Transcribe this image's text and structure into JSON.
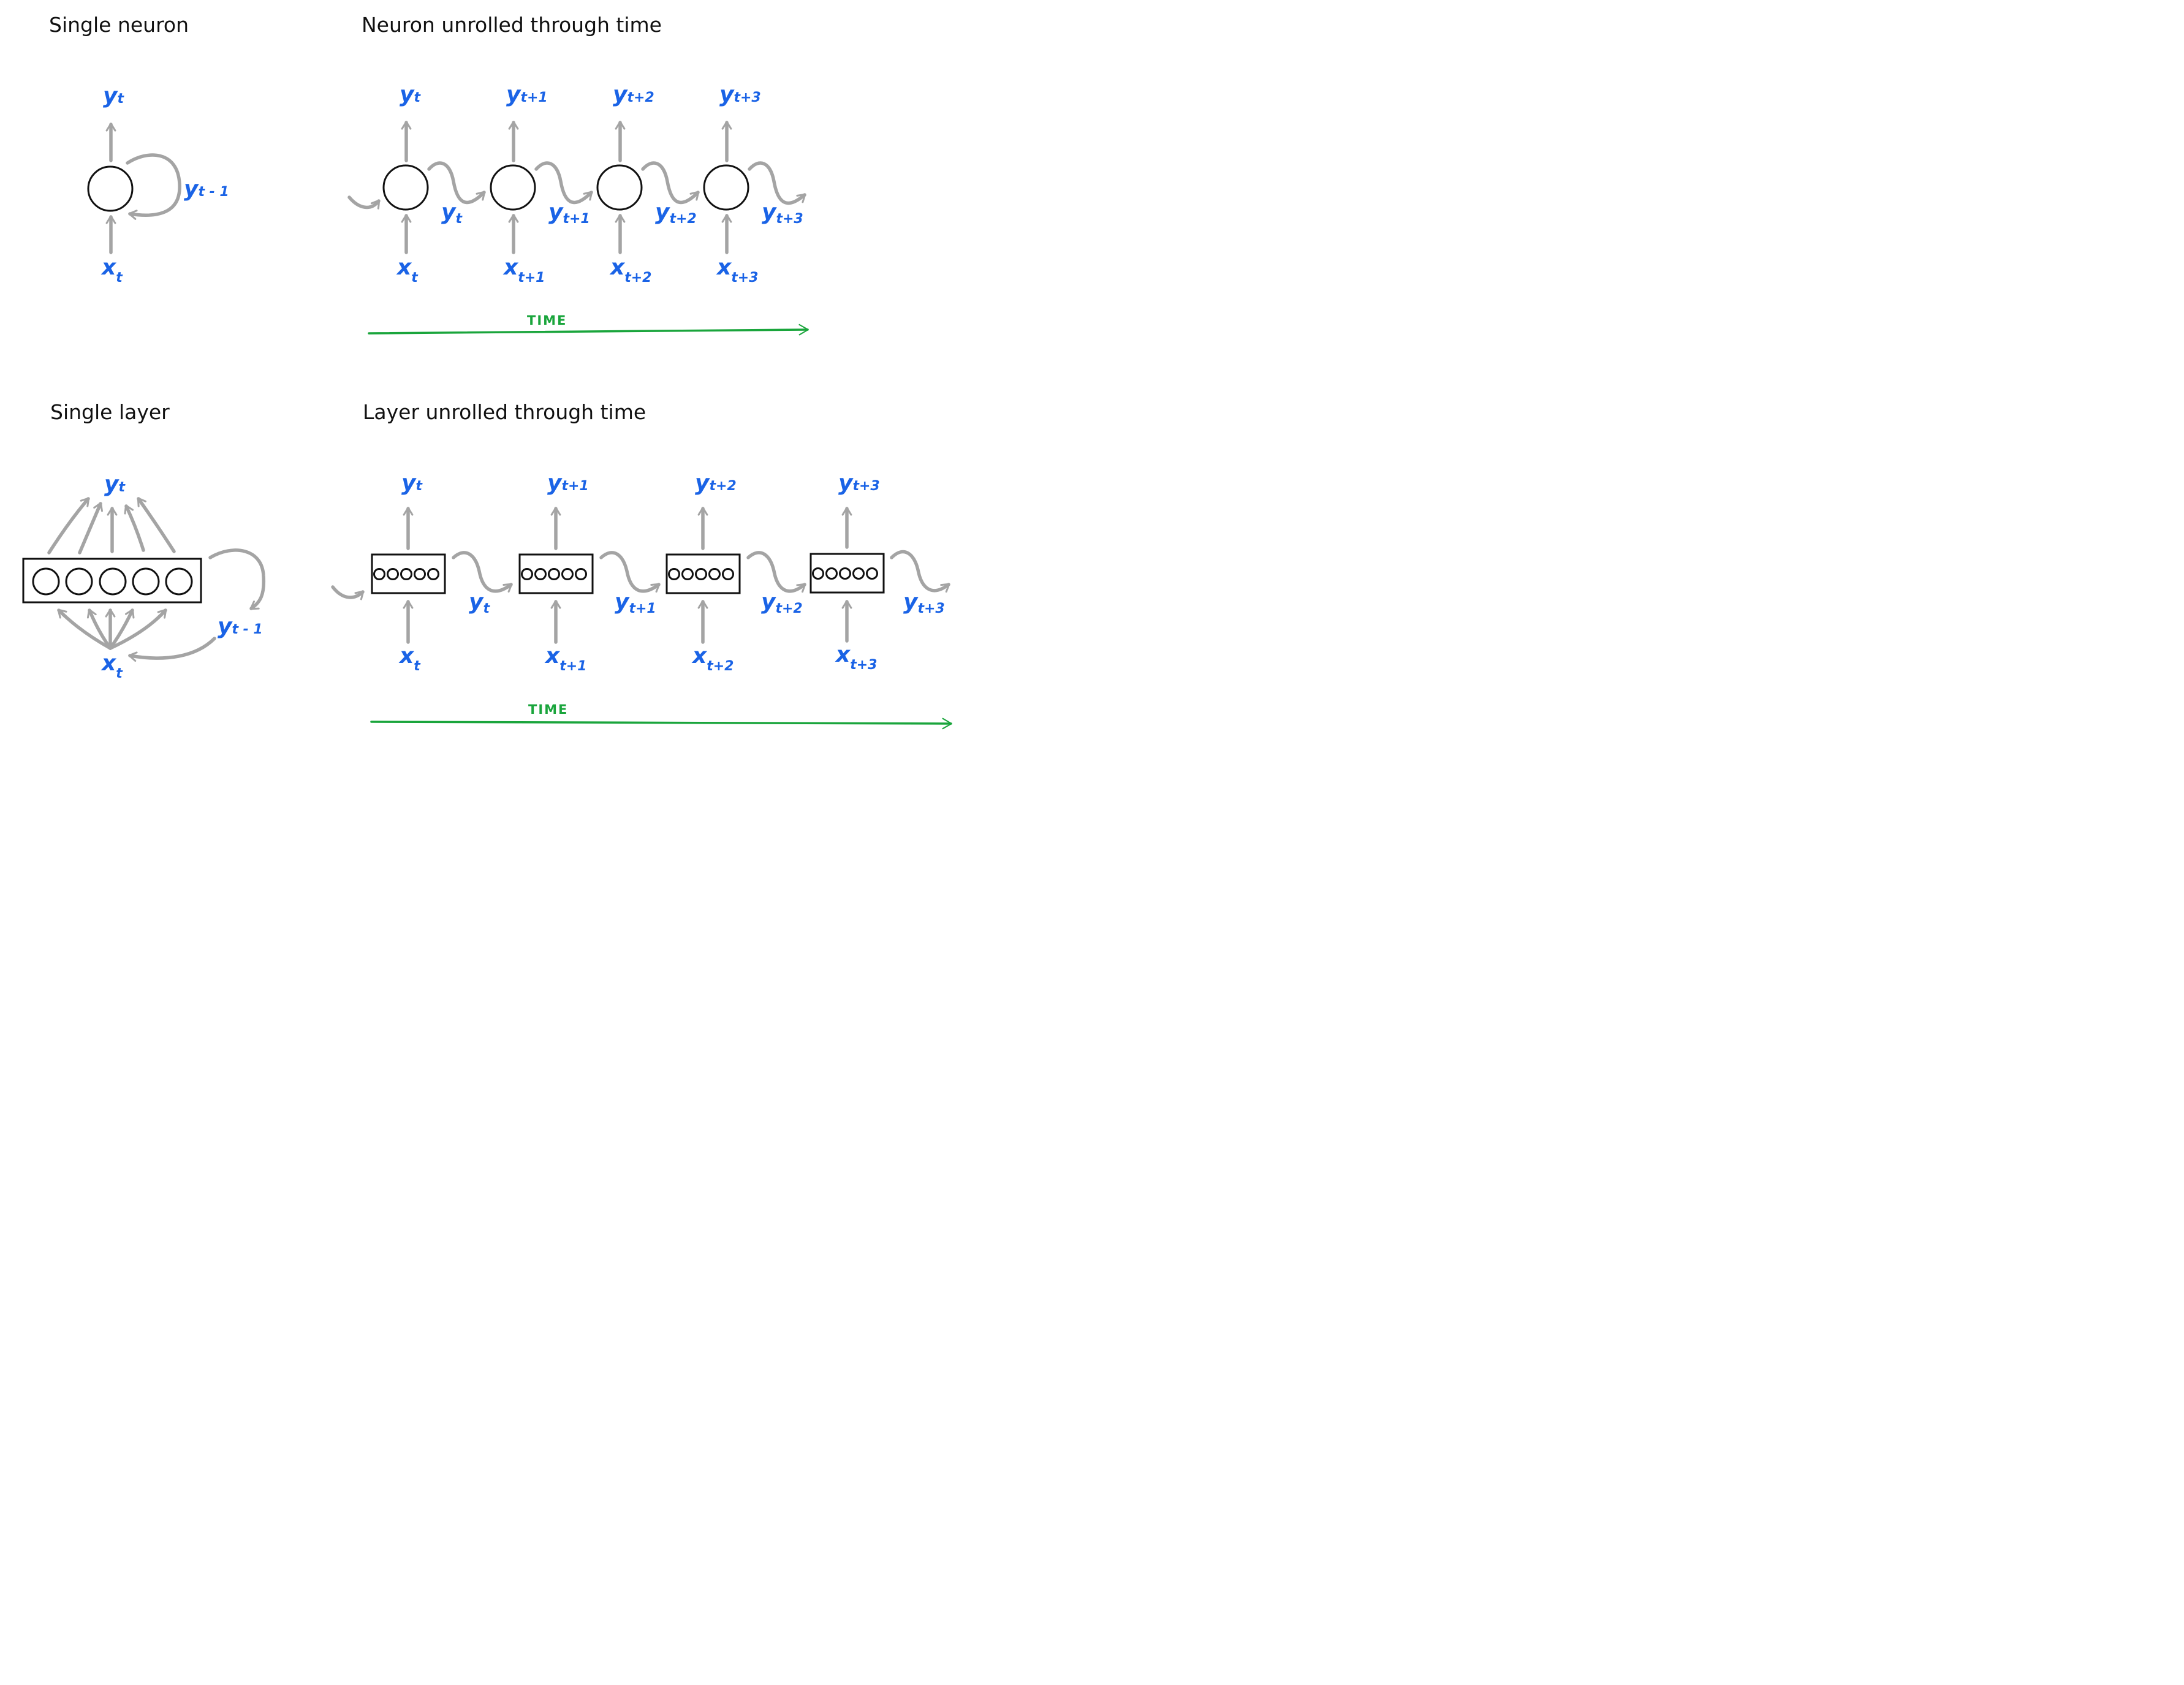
{
  "panels": {
    "single_neuron": {
      "title": "Single neuron",
      "output": {
        "main": "y",
        "sub": "t"
      },
      "input": {
        "main": "x",
        "sub": "t"
      },
      "feedback": {
        "main": "y",
        "sub": "t - 1"
      }
    },
    "neuron_unrolled": {
      "title": "Neuron unrolled  through time",
      "outputs": [
        {
          "main": "y",
          "sub": "t"
        },
        {
          "main": "y",
          "sub": "t+1"
        },
        {
          "main": "y",
          "sub": "t+2"
        },
        {
          "main": "y",
          "sub": "t+3"
        }
      ],
      "inputs": [
        {
          "main": "x",
          "sub": "t"
        },
        {
          "main": "x",
          "sub": "t+1"
        },
        {
          "main": "x",
          "sub": "t+2"
        },
        {
          "main": "x",
          "sub": "t+3"
        }
      ],
      "carries": [
        {
          "main": "y",
          "sub": "t"
        },
        {
          "main": "y",
          "sub": "t+1"
        },
        {
          "main": "y",
          "sub": "t+2"
        },
        {
          "main": "y",
          "sub": "t+3"
        }
      ],
      "time_label": "TIME"
    },
    "single_layer": {
      "title": "Single layer",
      "output": {
        "main": "y",
        "sub": "t"
      },
      "input": {
        "main": "x",
        "sub": "t"
      },
      "feedback": {
        "main": "y",
        "sub": "t - 1"
      }
    },
    "layer_unrolled": {
      "title": "Layer unrolled  through time",
      "outputs": [
        {
          "main": "y",
          "sub": "t"
        },
        {
          "main": "y",
          "sub": "t+1"
        },
        {
          "main": "y",
          "sub": "t+2"
        },
        {
          "main": "y",
          "sub": "t+3"
        }
      ],
      "inputs": [
        {
          "main": "x",
          "sub": "t"
        },
        {
          "main": "x",
          "sub": "t+1"
        },
        {
          "main": "x",
          "sub": "t+2"
        },
        {
          "main": "x",
          "sub": "t+3"
        }
      ],
      "carries": [
        {
          "main": "y",
          "sub": "t"
        },
        {
          "main": "y",
          "sub": "t+1"
        },
        {
          "main": "y",
          "sub": "t+2"
        },
        {
          "main": "y",
          "sub": "t+3"
        }
      ],
      "time_label": "TIME"
    }
  },
  "colors": {
    "label": "#1a63e6",
    "arrow": "#a4a4a4",
    "time": "#1aa53c",
    "outline": "#111111"
  }
}
